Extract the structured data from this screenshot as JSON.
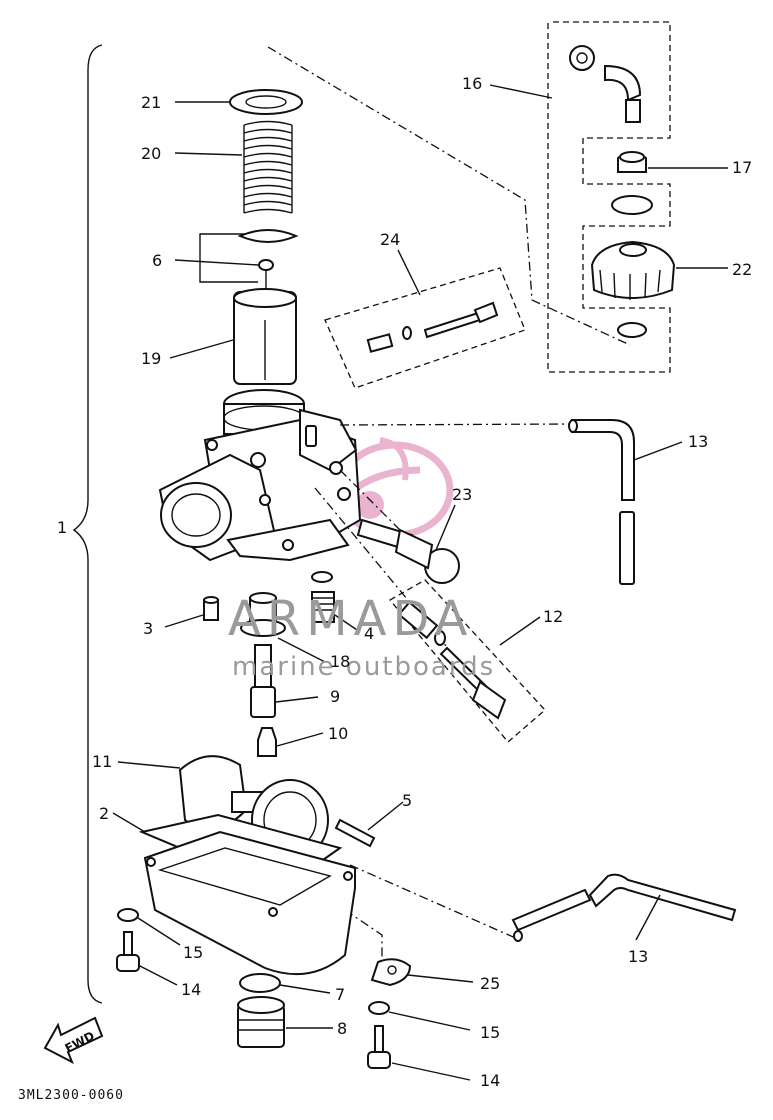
{
  "diagram": {
    "drawing_code": "3ML2300-0060",
    "fwd_label": "FWD",
    "callouts": [
      {
        "id": "c1",
        "text": "1"
      },
      {
        "id": "c2",
        "text": "2"
      },
      {
        "id": "c3",
        "text": "3"
      },
      {
        "id": "c4",
        "text": "4"
      },
      {
        "id": "c5",
        "text": "5"
      },
      {
        "id": "c6",
        "text": "6"
      },
      {
        "id": "c7",
        "text": "7"
      },
      {
        "id": "c8",
        "text": "8"
      },
      {
        "id": "c9",
        "text": "9"
      },
      {
        "id": "c10",
        "text": "10"
      },
      {
        "id": "c11",
        "text": "11"
      },
      {
        "id": "c12",
        "text": "12"
      },
      {
        "id": "c13a",
        "text": "13"
      },
      {
        "id": "c13b",
        "text": "13"
      },
      {
        "id": "c14a",
        "text": "14"
      },
      {
        "id": "c14b",
        "text": "14"
      },
      {
        "id": "c15a",
        "text": "15"
      },
      {
        "id": "c15b",
        "text": "15"
      },
      {
        "id": "c16",
        "text": "16"
      },
      {
        "id": "c17",
        "text": "17"
      },
      {
        "id": "c18",
        "text": "18"
      },
      {
        "id": "c19",
        "text": "19"
      },
      {
        "id": "c20",
        "text": "20"
      },
      {
        "id": "c21",
        "text": "21"
      },
      {
        "id": "c22",
        "text": "22"
      },
      {
        "id": "c23",
        "text": "23"
      },
      {
        "id": "c24",
        "text": "24"
      },
      {
        "id": "c25",
        "text": "25"
      }
    ]
  },
  "watermark": {
    "brand": "ARMADA",
    "tagline": "marine outboards",
    "logo_color": "#e7a6c7",
    "text_color": "#9a9a9a"
  }
}
